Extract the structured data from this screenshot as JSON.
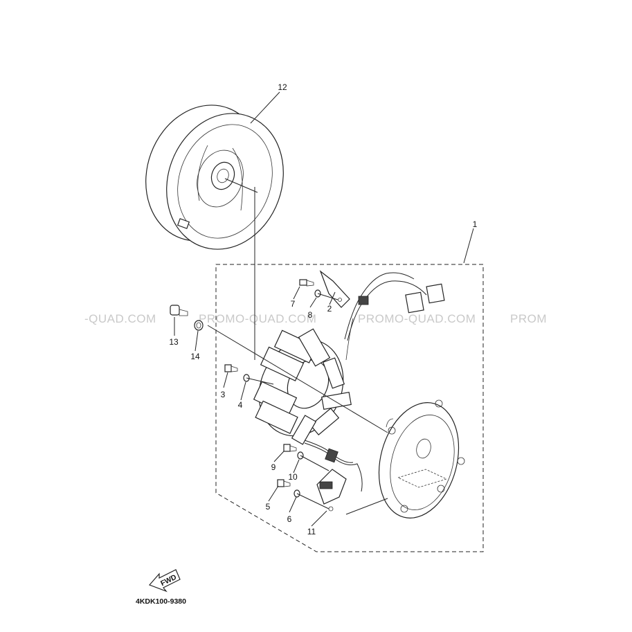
{
  "watermark": {
    "segments": [
      "-QUAD.COM",
      "PROMO-QUAD.COM",
      "PROMO-QUAD.COM",
      "PROM"
    ]
  },
  "callouts": [
    {
      "id": "1",
      "label": "1"
    },
    {
      "id": "2",
      "label": "2"
    },
    {
      "id": "3",
      "label": "3"
    },
    {
      "id": "4",
      "label": "4"
    },
    {
      "id": "5",
      "label": "5"
    },
    {
      "id": "6",
      "label": "6"
    },
    {
      "id": "7",
      "label": "7"
    },
    {
      "id": "8",
      "label": "8"
    },
    {
      "id": "9",
      "label": "9"
    },
    {
      "id": "10",
      "label": "10"
    },
    {
      "id": "11",
      "label": "11"
    },
    {
      "id": "12",
      "label": "12"
    },
    {
      "id": "13",
      "label": "13"
    },
    {
      "id": "14",
      "label": "14"
    }
  ],
  "fwd_label": "FWD",
  "diagram_code": "4KDK100-9380"
}
